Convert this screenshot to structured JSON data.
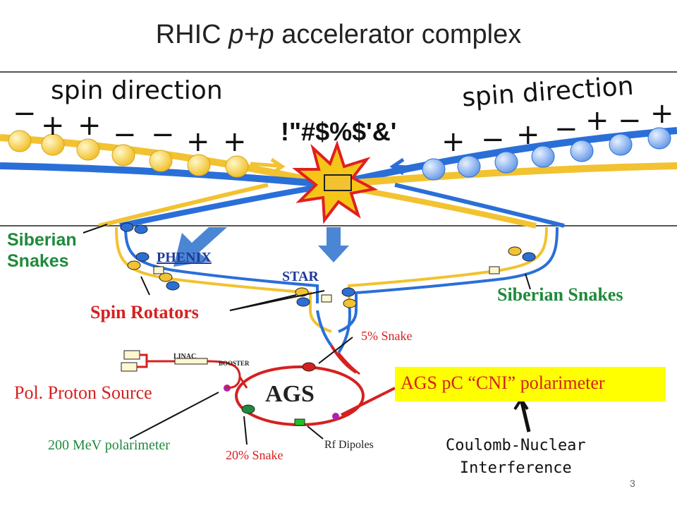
{
  "title": {
    "prefix": "RHIC ",
    "italic": "p+p",
    "suffix": " accelerator complex"
  },
  "collision_panel": {
    "left_label": "spin direction",
    "right_label": "spin direction",
    "garbled_text": "!\"#$%$'&'",
    "left_signs": [
      "−",
      "+",
      "+",
      "−",
      "−",
      "+",
      "+"
    ],
    "right_signs": [
      "+",
      "−",
      "+",
      "−",
      "+",
      "−",
      "+"
    ],
    "colors": {
      "yellow_beam": "#f2c230",
      "blue_beam": "#2a6fd8",
      "arrow_blue": "#4a86d4"
    }
  },
  "labels": {
    "siberian_snakes_left": [
      "Siberian",
      "Snakes"
    ],
    "phenix": "PHENIX",
    "star": "STAR",
    "siberian_snakes_right": "Siberian Snakes",
    "spin_rotators": "Spin Rotators",
    "five_pct_snake": "5% Snake",
    "linac": "LINAC",
    "booster": "BOOSTER",
    "ags": "AGS",
    "ags_polarimeter": "AGS pC “CNI” polarimeter",
    "pol_proton_source": "Pol. Proton Source",
    "mev_polarimeter": "200 MeV polarimeter",
    "twenty_pct_snake": "20% Snake",
    "rf_dipoles": "Rf Dipoles",
    "coulomb_nuclear": [
      "Coulomb-Nuclear",
      "Interference"
    ]
  },
  "page_number": "3",
  "colors": {
    "green": "#1f8a3b",
    "red": "#d62020",
    "navy": "#1f3a9a",
    "polarimeter_bg": "#ffff00"
  }
}
